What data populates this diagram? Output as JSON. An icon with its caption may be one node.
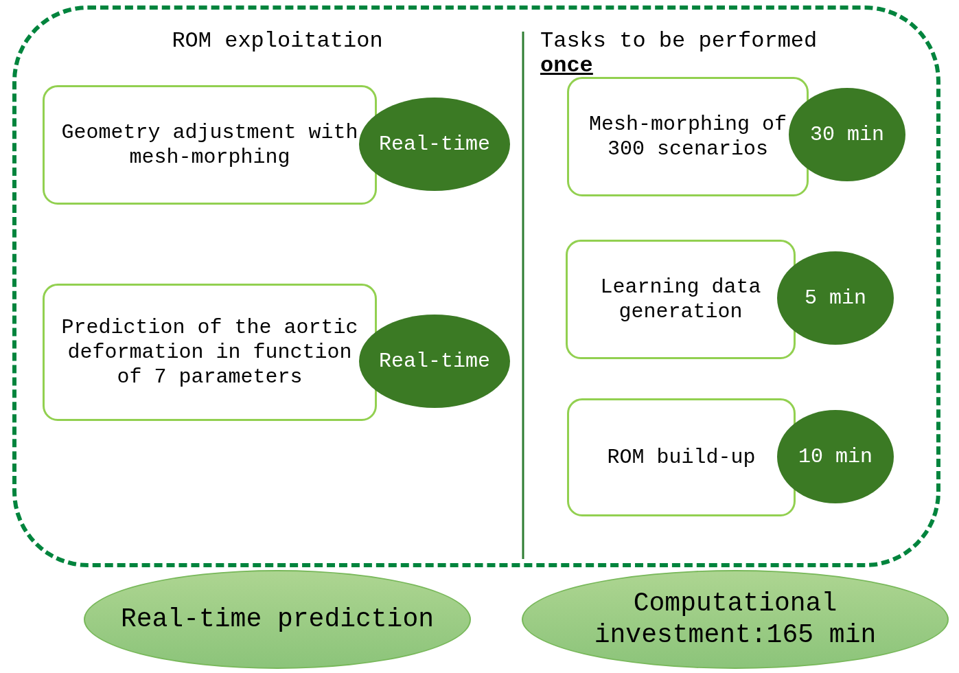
{
  "diagram": {
    "nodes": [
      {
        "text": [
          "ROM exploitation",
          "Tasks to be performed **once**"
        ]
      },
      {
        "text": [
          "Geometry adjustment with mesh-morphing"
        ],
        "in": 0
      },
      {
        "text": [
          "Real-time"
        ],
        "in": 0
      },
      {
        "text": [
          "Prediction of the aortic deformation in function of 7 parameters"
        ],
        "in": 0
      },
      {
        "text": [
          "Real-time"
        ],
        "in": 0
      },
      {
        "text": [
          "Mesh-morphing of 300 scenarios"
        ],
        "in": 0
      },
      {
        "text": [
          "30 min"
        ],
        "in": 0
      },
      {
        "text": [
          "Learning data generation"
        ],
        "in": 0
      },
      {
        "text": [
          "5 min"
        ],
        "in": 0
      },
      {
        "text": [
          "ROM build-up"
        ],
        "in": 0
      },
      {
        "text": [
          "10 min"
        ],
        "in": 0
      },
      {
        "text": [
          "Real-time prediction"
        ]
      },
      {
        "text": [
          "Computational investment:165 min"
        ]
      }
    ]
  }
}
